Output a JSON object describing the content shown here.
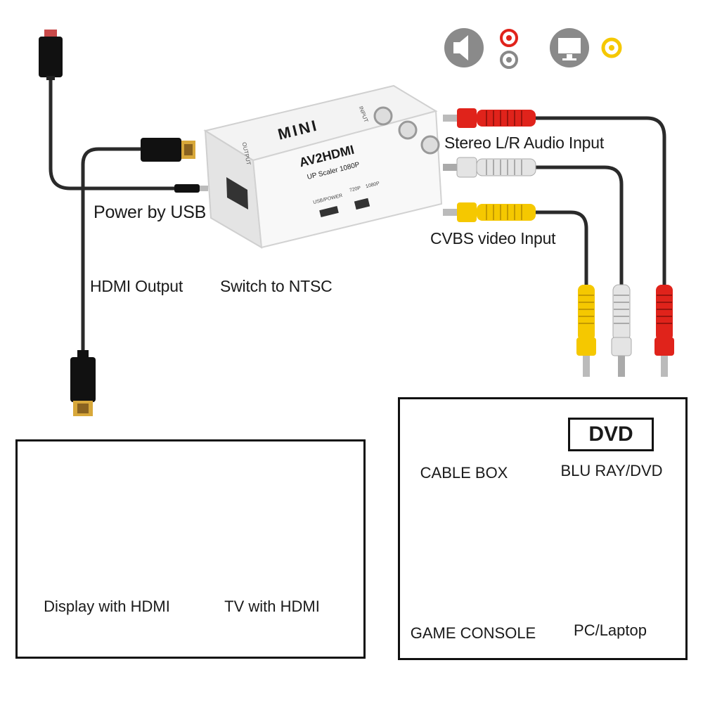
{
  "icons": {
    "top_left": "speaker-icon",
    "top_left_jacks": "red-white-rca-jacks-icon",
    "top_right": "monitor-icon",
    "top_right_jack": "yellow-rca-jack-icon"
  },
  "device": {
    "brand": "MINI",
    "model": "AV2HDMI",
    "subtitle": "UP Scaler 1080P",
    "port_output": "OUTPUT",
    "port_input": "INPUT",
    "port_usb": "USB/POWER",
    "switch_720": "720P",
    "switch_1080": "1080P"
  },
  "labels": {
    "stereo_input": "Stereo L/R Audio Input",
    "cvbs_input": "CVBS video Input",
    "power_usb": "Power by USB",
    "hdmi_output": "HDMI Output",
    "switch_ntsc": "Switch to NTSC"
  },
  "outputs": {
    "display": "Display with HDMI",
    "tv": "TV with HDMI"
  },
  "sources": {
    "cable_box": "CABLE BOX",
    "dvd_badge": "DVD",
    "bluray": "BLU RAY/DVD",
    "game_console": "GAME CONSOLE",
    "pc": "PC/Laptop"
  },
  "colors": {
    "rca_red": "#e0231b",
    "rca_white": "#d8d8d8",
    "rca_yellow": "#f5c800",
    "cable": "#2a2a2a",
    "icon_gray": "#8a8a8a",
    "gold": "#d8a83a"
  }
}
